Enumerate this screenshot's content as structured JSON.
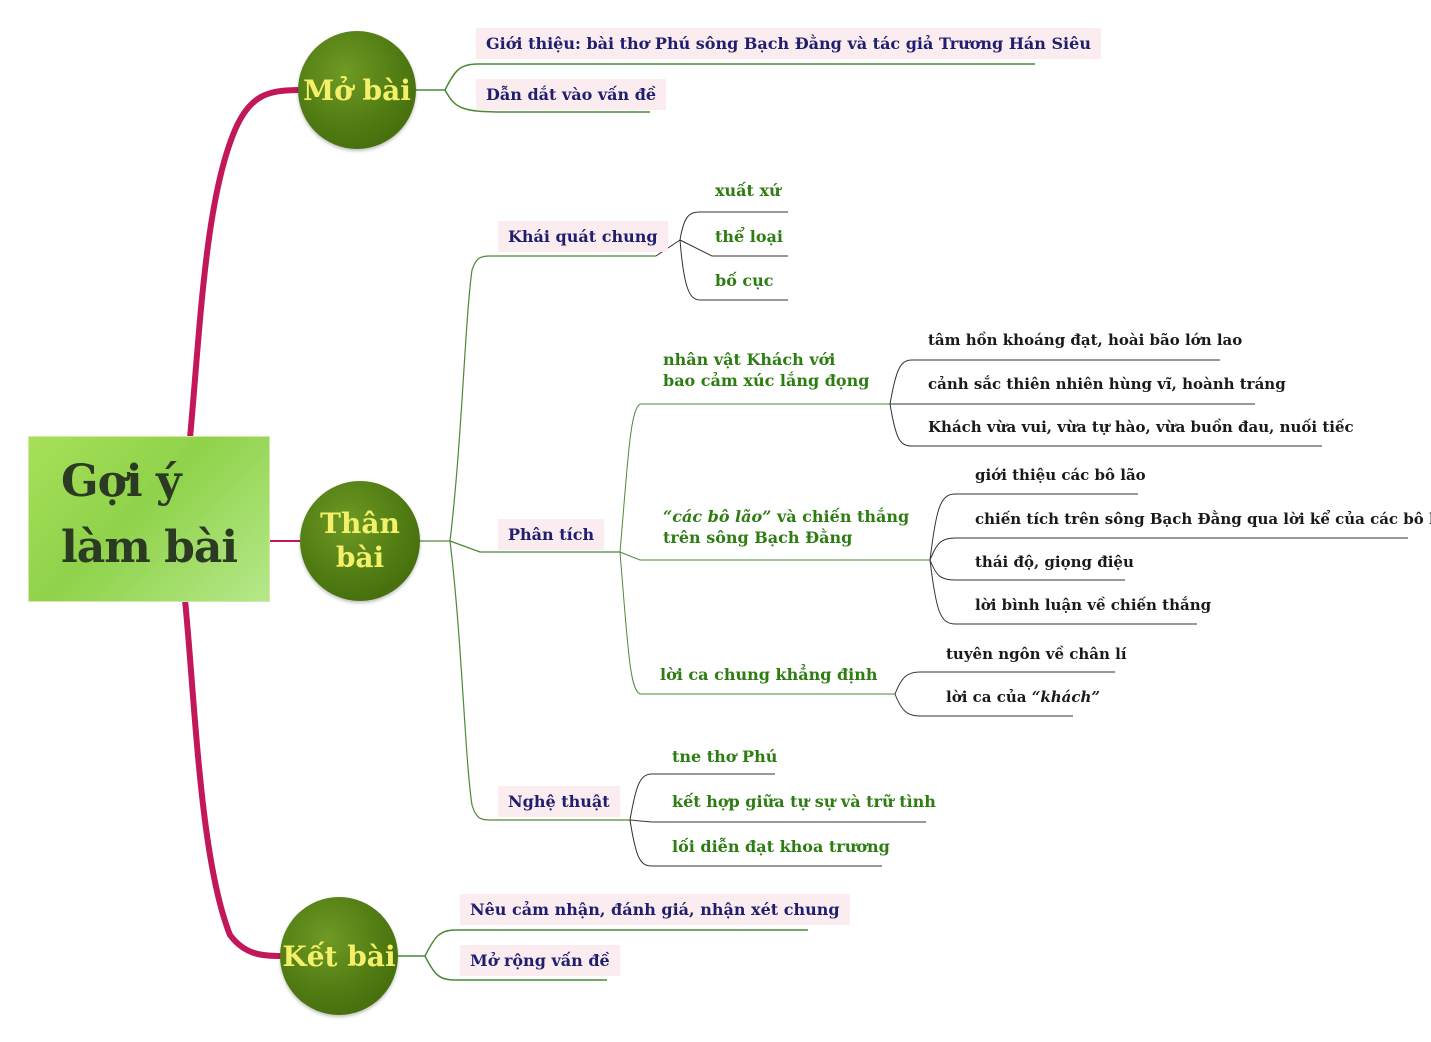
{
  "root": {
    "line1": "Gợi ý",
    "line2": "làm bài"
  },
  "mo_bai": {
    "label": "Mở bài",
    "items": [
      "Giới thiệu: bài thơ Phú sông Bạch Đằng và tác giả Trương Hán Siêu",
      "Dẫn dắt vào vấn đề"
    ]
  },
  "than_bai": {
    "label_line1": "Thân",
    "label_line2": "bài",
    "khai_quat": {
      "label": "Khái quát chung",
      "items": [
        "xuất xứ",
        "thể loại",
        "bố cục"
      ]
    },
    "phan_tich": {
      "label": "Phân tích",
      "khach": {
        "line1": "nhân vật Khách với",
        "line2": "bao cảm xúc lắng đọng",
        "items": [
          "tâm hồn khoáng đạt, hoài bão lớn lao",
          "cảnh sắc thiên nhiên hùng vĩ, hoành tráng",
          "Khách vừa vui, vừa tự hào, vừa buồn đau, nuối tiếc"
        ]
      },
      "bo_lao": {
        "italic": "“các bô lão”",
        "line1_rest": " và  chiến thắng",
        "line2": "trên sông Bạch Đằng",
        "items": [
          "giới thiệu các bô lão",
          "chiến tích trên sông Bạch Đằng qua lời kể của các bô lão",
          "thái độ, giọng điệu",
          "lời bình luận về chiến thắng"
        ]
      },
      "loi_ca": {
        "label": "lời ca chung khẳng định",
        "item1": "tuyên ngôn về chân lí",
        "item2_prefix": "lời ca của ",
        "item2_italic": "“khách”"
      }
    },
    "nghe_thuat": {
      "label": "Nghệ thuật",
      "items": [
        "tne thơ Phú",
        "kết hợp giữa tự sự và trữ tình",
        "lối diễn đạt khoa trương"
      ]
    }
  },
  "ket_bai": {
    "label": "Kết bài",
    "items": [
      "Nêu cảm nhận, đánh giá, nhận xét chung",
      "Mở rộng vấn đề"
    ]
  },
  "colors": {
    "trunk": "#c2185b",
    "branch_green": "#4c8a3a",
    "underline": "#444444",
    "node_fill": "#4f7a12",
    "node_text": "#f4f06a",
    "box_fill": "#fbecef",
    "box_text": "#1f1f6e",
    "green_text": "#2e7d12"
  }
}
